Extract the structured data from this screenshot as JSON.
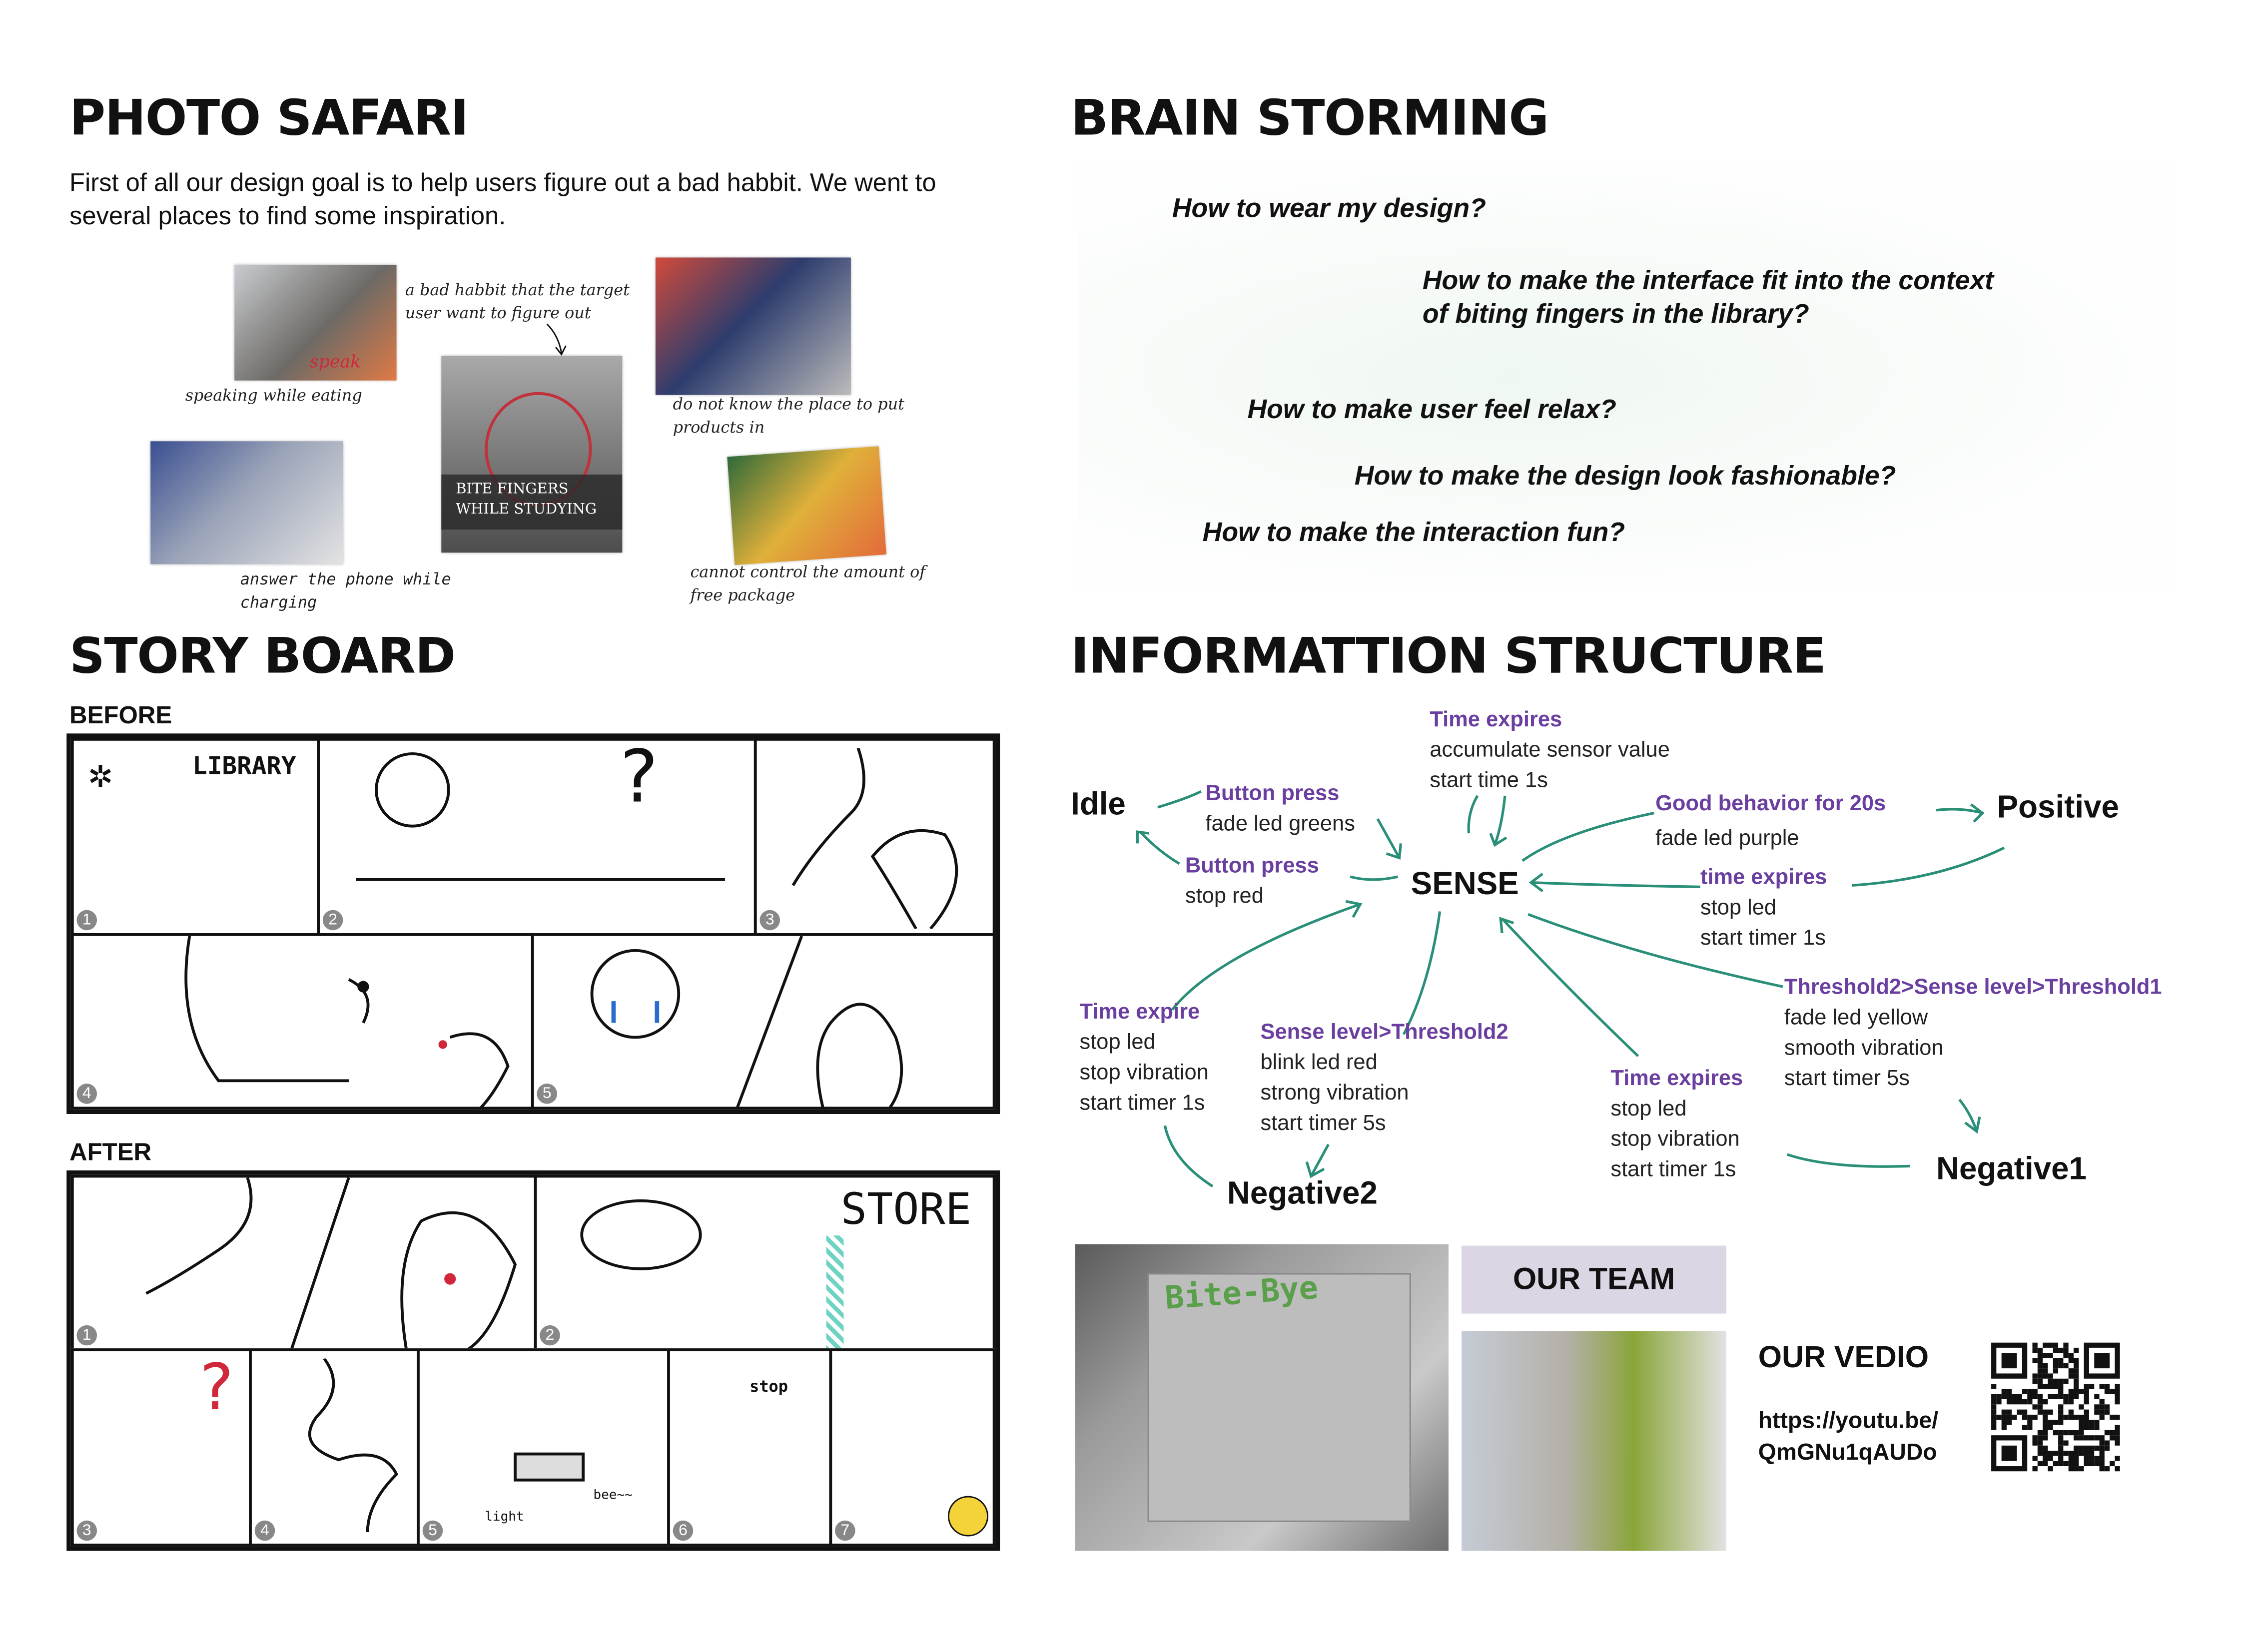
{
  "photo_safari": {
    "title": "PHOTO SAFARI",
    "intro": "First of all our design goal is to help users figure out a bad habbit. We went to several places to find some inspiration.",
    "captions": {
      "eating": "speaking while eating",
      "speak_mark": "speak",
      "target": "a bad habbit that the target user want to figure out",
      "overlay_line1": "BITE FINGERS",
      "overlay_line2": "WHILE STUDYING",
      "products": "do not know the place to put products in",
      "phone": "answer the phone while charging",
      "package": "cannot control the amount of free package"
    }
  },
  "brain_storming": {
    "title": "BRAIN STORMING",
    "questions": [
      "How to wear my design?",
      "How to make the interface fit into the context",
      "of biting fingers in the library?",
      "How to make user feel relax?",
      "How to make the design look fashionable?",
      "How to make the interaction fun?"
    ]
  },
  "story_board": {
    "title": "STORY BOARD",
    "before_label": "BEFORE",
    "after_label": "AFTER",
    "before_numbers": [
      "1",
      "2",
      "3",
      "4",
      "5"
    ],
    "after_numbers": [
      "1",
      "2",
      "3",
      "4",
      "5",
      "6",
      "7"
    ],
    "sketch_text": {
      "library": "LIBRARY",
      "store": "STORE",
      "stop": "stop",
      "light": "light",
      "bee": "bee~~"
    }
  },
  "info_structure": {
    "title": "INFORMATTION STRUCTURE",
    "nodes": {
      "idle": "Idle",
      "sense": "SENSE",
      "positive": "Positive",
      "negative1": "Negative1",
      "negative2": "Negative2"
    },
    "transitions": [
      {
        "trigger": "Time expires",
        "actions": [
          "accumulate sensor value",
          "start time 1s"
        ]
      },
      {
        "trigger": "Button press",
        "actions": [
          "fade led greens"
        ]
      },
      {
        "trigger": "Button press",
        "actions": [
          "stop red"
        ]
      },
      {
        "trigger": "Good behavior for 20s",
        "actions": [
          "fade led purple"
        ]
      },
      {
        "trigger": "time expires",
        "actions": [
          "stop led",
          "start timer 1s"
        ]
      },
      {
        "trigger": "Threshold2>Sense level>Threshold1",
        "actions": [
          "fade led yellow",
          "smooth vibration",
          "start timer 5s"
        ]
      },
      {
        "trigger": "Time expire",
        "actions": [
          "stop led",
          "stop vibration",
          "start timer 1s"
        ]
      },
      {
        "trigger": "Sense level>Threshold2",
        "actions": [
          "blink led red",
          "strong vibration",
          "start timer 5s"
        ]
      },
      {
        "trigger": "Time expires",
        "actions": [
          "stop led",
          "stop vibration",
          "start timer 1s"
        ]
      }
    ],
    "colors": {
      "trigger": "#6a3fa0",
      "arrow": "#2a8f78"
    }
  },
  "footer": {
    "board_text": "Bite-Bye",
    "team_label": "OUR TEAM",
    "video_label": "OUR VEDIO",
    "video_url_line1": "https://youtu.be/",
    "video_url_line2": "QmGNu1qAUDo"
  }
}
